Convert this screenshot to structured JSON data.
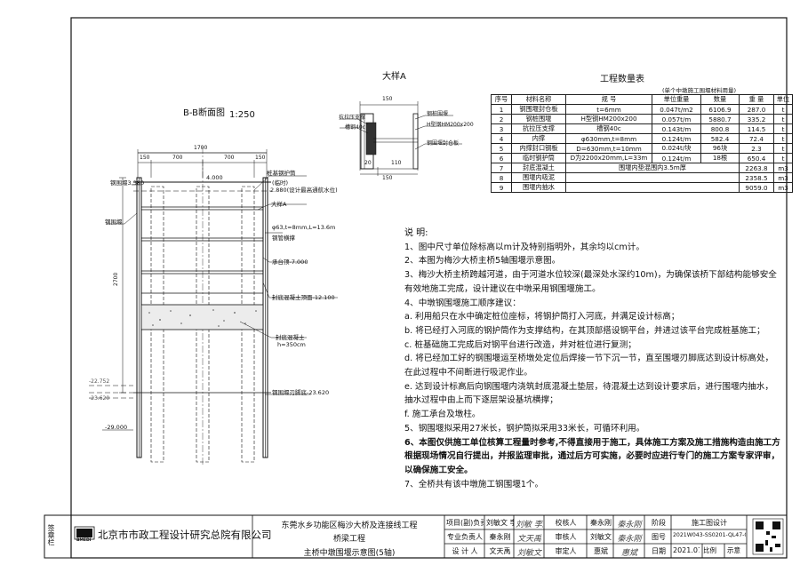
{
  "section_title": "B-B断面图",
  "section_scale": "1:250",
  "detail_title": "大样A",
  "table_title": "工程数量表",
  "table_note": "(单个中墩施工围堰材料用量)",
  "table": {
    "headers": [
      "序号",
      "材料名称",
      "规 号",
      "单位重量",
      "数量",
      "重 量",
      "单位"
    ],
    "rows": [
      [
        "1",
        "钢围堰封仓板",
        "t=6mm",
        "0.047t/m2",
        "6106.9",
        "287.0",
        "t"
      ],
      [
        "2",
        "钢桩围堰",
        "H型钢HM200x200",
        "0.057t/m",
        "5880.7",
        "335.2",
        "t"
      ],
      [
        "3",
        "抗拉压支撑",
        "槽钢40c",
        "0.143t/m",
        "800.8",
        "114.5",
        "t"
      ],
      [
        "4",
        "内撑",
        "φ630mm,t=8mm",
        "0.124t/m",
        "582.4",
        "72.4",
        "t"
      ],
      [
        "5",
        "内撑封口钢板",
        "D=630mm,t=10mm",
        "0.024t/块",
        "96块",
        "2.3",
        "t"
      ],
      [
        "6",
        "临时钢护筒",
        "D为2200x20mm,L=33m",
        "0.124t/m",
        "18根",
        "650.4",
        "t"
      ],
      [
        "7",
        "封底混凝土",
        "围堰内垫混围内3.5m厚",
        "",
        "",
        "2263.8",
        "m3"
      ],
      [
        "8",
        "围堰内吸泥",
        "",
        "",
        "",
        "2358.5",
        "m3"
      ],
      [
        "9",
        "围堰内抽水",
        "",
        "",
        "",
        "9059.0",
        "m3"
      ]
    ]
  },
  "notes": {
    "heading": "说 明:",
    "lines": [
      "1、图中尺寸单位除标高以m计及特别指明外，其余均以cm计。",
      "2、本图为梅沙大桥主桥5轴围堰示意图。",
      "3、梅沙大桥主桥跨越河道，由于河道水位较深(最深处水深约10m)，为确保该桥下部结构能够安全",
      "   有效地施工完成，设计建议在中墩采用钢围堰施工。",
      "4、中墩钢围堰施工顺序建议：",
      "   a. 利用船只在水中确定桩位座标，将钢护筒打入河底，并满足设计标高；",
      "   b. 将已经打入河底的钢护筒作为支撑结构，在其顶部搭设钢平台，并进过该平台完成桩基施工；",
      "   c. 桩基础施工完成后对钢平台进行改造，并对桩位进行复测；",
      "   d. 将已经加工好的钢围堰运至桥墩处定位后焊接一节下沉一节，直至围堰刃脚底达到设计标高处，",
      "      在此过程中不间断进行吸泥作业。",
      "   e. 达到设计标高后向钢围堰内浇筑封底混凝土垫层，待混凝土达到设计要求后，进行围堰内抽水，",
      "      抽水过程中由上而下逐层架设基坑横撑；",
      "   f. 施工承台及墩柱。",
      "5、钢围堰拟采用27米长，钢护筒拟采用33米长，可循环利用。",
      "6、本图仅供施工单位核算工程量时参考,不得直接用于施工，具体施工方案及施工措施构造由施工方",
      "   根据现场情况自行提出，并报监理审批，通过后方可实施，必要时应进行专门的施工方案专家评审，",
      "   以确保施工安全。",
      "7、全桥共有该中墩施工钢围堰1个。"
    ]
  },
  "section_labels": {
    "dim_total": "1700",
    "dim_parts": [
      "150",
      "700",
      "700",
      "150"
    ],
    "elev_top": "3.380",
    "top_label": "钢围堰",
    "elev_4": "4.000",
    "casing_label": "桩基钢护筒",
    "casing_sub": "(临时)",
    "water_level": "2.880(设计最高通航水位)",
    "detail_ref": "大样A",
    "strut_spec": "φ63,t=8mm,L=13.6m",
    "strut_label": "钢管横撑",
    "left_label": "钢围堰",
    "cap_bottom": "承台顶-7.000",
    "seal_top": "封底混凝土顶面-12.100",
    "seal_label": "封底混凝土",
    "seal_h": "h=350cm",
    "blade_label": "钢围堰刃脚底-23.620",
    "elev_a": "-22.752",
    "elev_b": "-23.620",
    "elev_c": "-29.000",
    "left_dim": "2700"
  },
  "detail_labels": {
    "d150": "150",
    "d20": "20",
    "d110": "110",
    "d150b": "150",
    "l1": "抗拉压支撑",
    "l2": "槽钢40c",
    "r1": "钢桩围堰",
    "r2": "H型钢HM200x200",
    "r3": "钢围堰封仓板"
  },
  "titleblock": {
    "company": "北京市市政工程设计研究总院有限公司",
    "logo_text": "BMEDI",
    "seal": "签章栏",
    "project": "东莞水乡功能区梅沙大桥及连接线工程",
    "subproject": "桥梁工程",
    "drawing_title": "主桥中墩围堰示意图(5轴)",
    "rows": [
      [
        "项目(副)负责人",
        "刘敏文 李威",
        "",
        "校核人",
        "秦永刚",
        "",
        "阶段",
        "施工图设计"
      ],
      [
        "专业负责人",
        "秦永刚",
        "",
        "审核人",
        "刘敏文",
        "",
        "图号",
        "2021W043-SS0201-QL47-02"
      ],
      [
        "设 计 人",
        "文天禹",
        "",
        "审定人",
        "惠斌",
        "",
        "日期",
        "2021.07"
      ]
    ],
    "sheet_label": "比例",
    "sheet_value": "示意",
    "sign_notes": [
      "刘敏 李威",
      "秦永刚",
      "文天禹",
      "秦永刚",
      "刘敏文",
      "惠斌"
    ]
  }
}
